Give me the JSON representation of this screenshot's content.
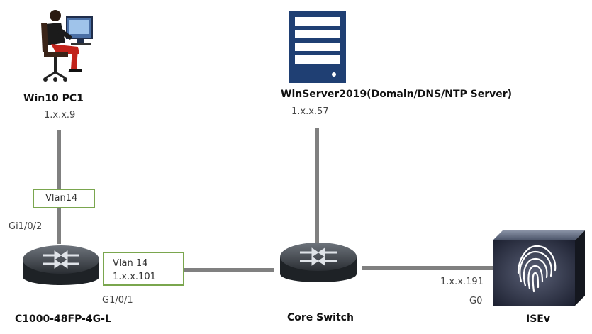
{
  "nodes": {
    "pc": {
      "name": "Win10 PC1",
      "ip": "1.x.x.9",
      "icon": "user-at-computer-icon"
    },
    "server": {
      "name": "WinServer2019(Domain/DNS/NTP Server)",
      "ip": "1.x.x.57",
      "icon": "server-icon"
    },
    "access_switch": {
      "name": "C1000-48FP-4G-L",
      "icon": "switch-icon"
    },
    "core_switch": {
      "name": "Core Switch",
      "icon": "switch-icon"
    },
    "ise": {
      "name": "ISEv",
      "ip": "1.x.x.191",
      "icon": "fingerprint-appliance-icon"
    }
  },
  "labels": {
    "pc_vlan": "Vlan14",
    "pc_port": "Gi1/0/2",
    "uplink_vlan": "Vlan 14",
    "uplink_ip": "1.x.x.101",
    "uplink_port": "G1/0/1",
    "ise_port": "G0"
  },
  "colors": {
    "link": "#808080",
    "vlan_box_border": "#7aa64e",
    "server_blue": "#1f3f73"
  }
}
